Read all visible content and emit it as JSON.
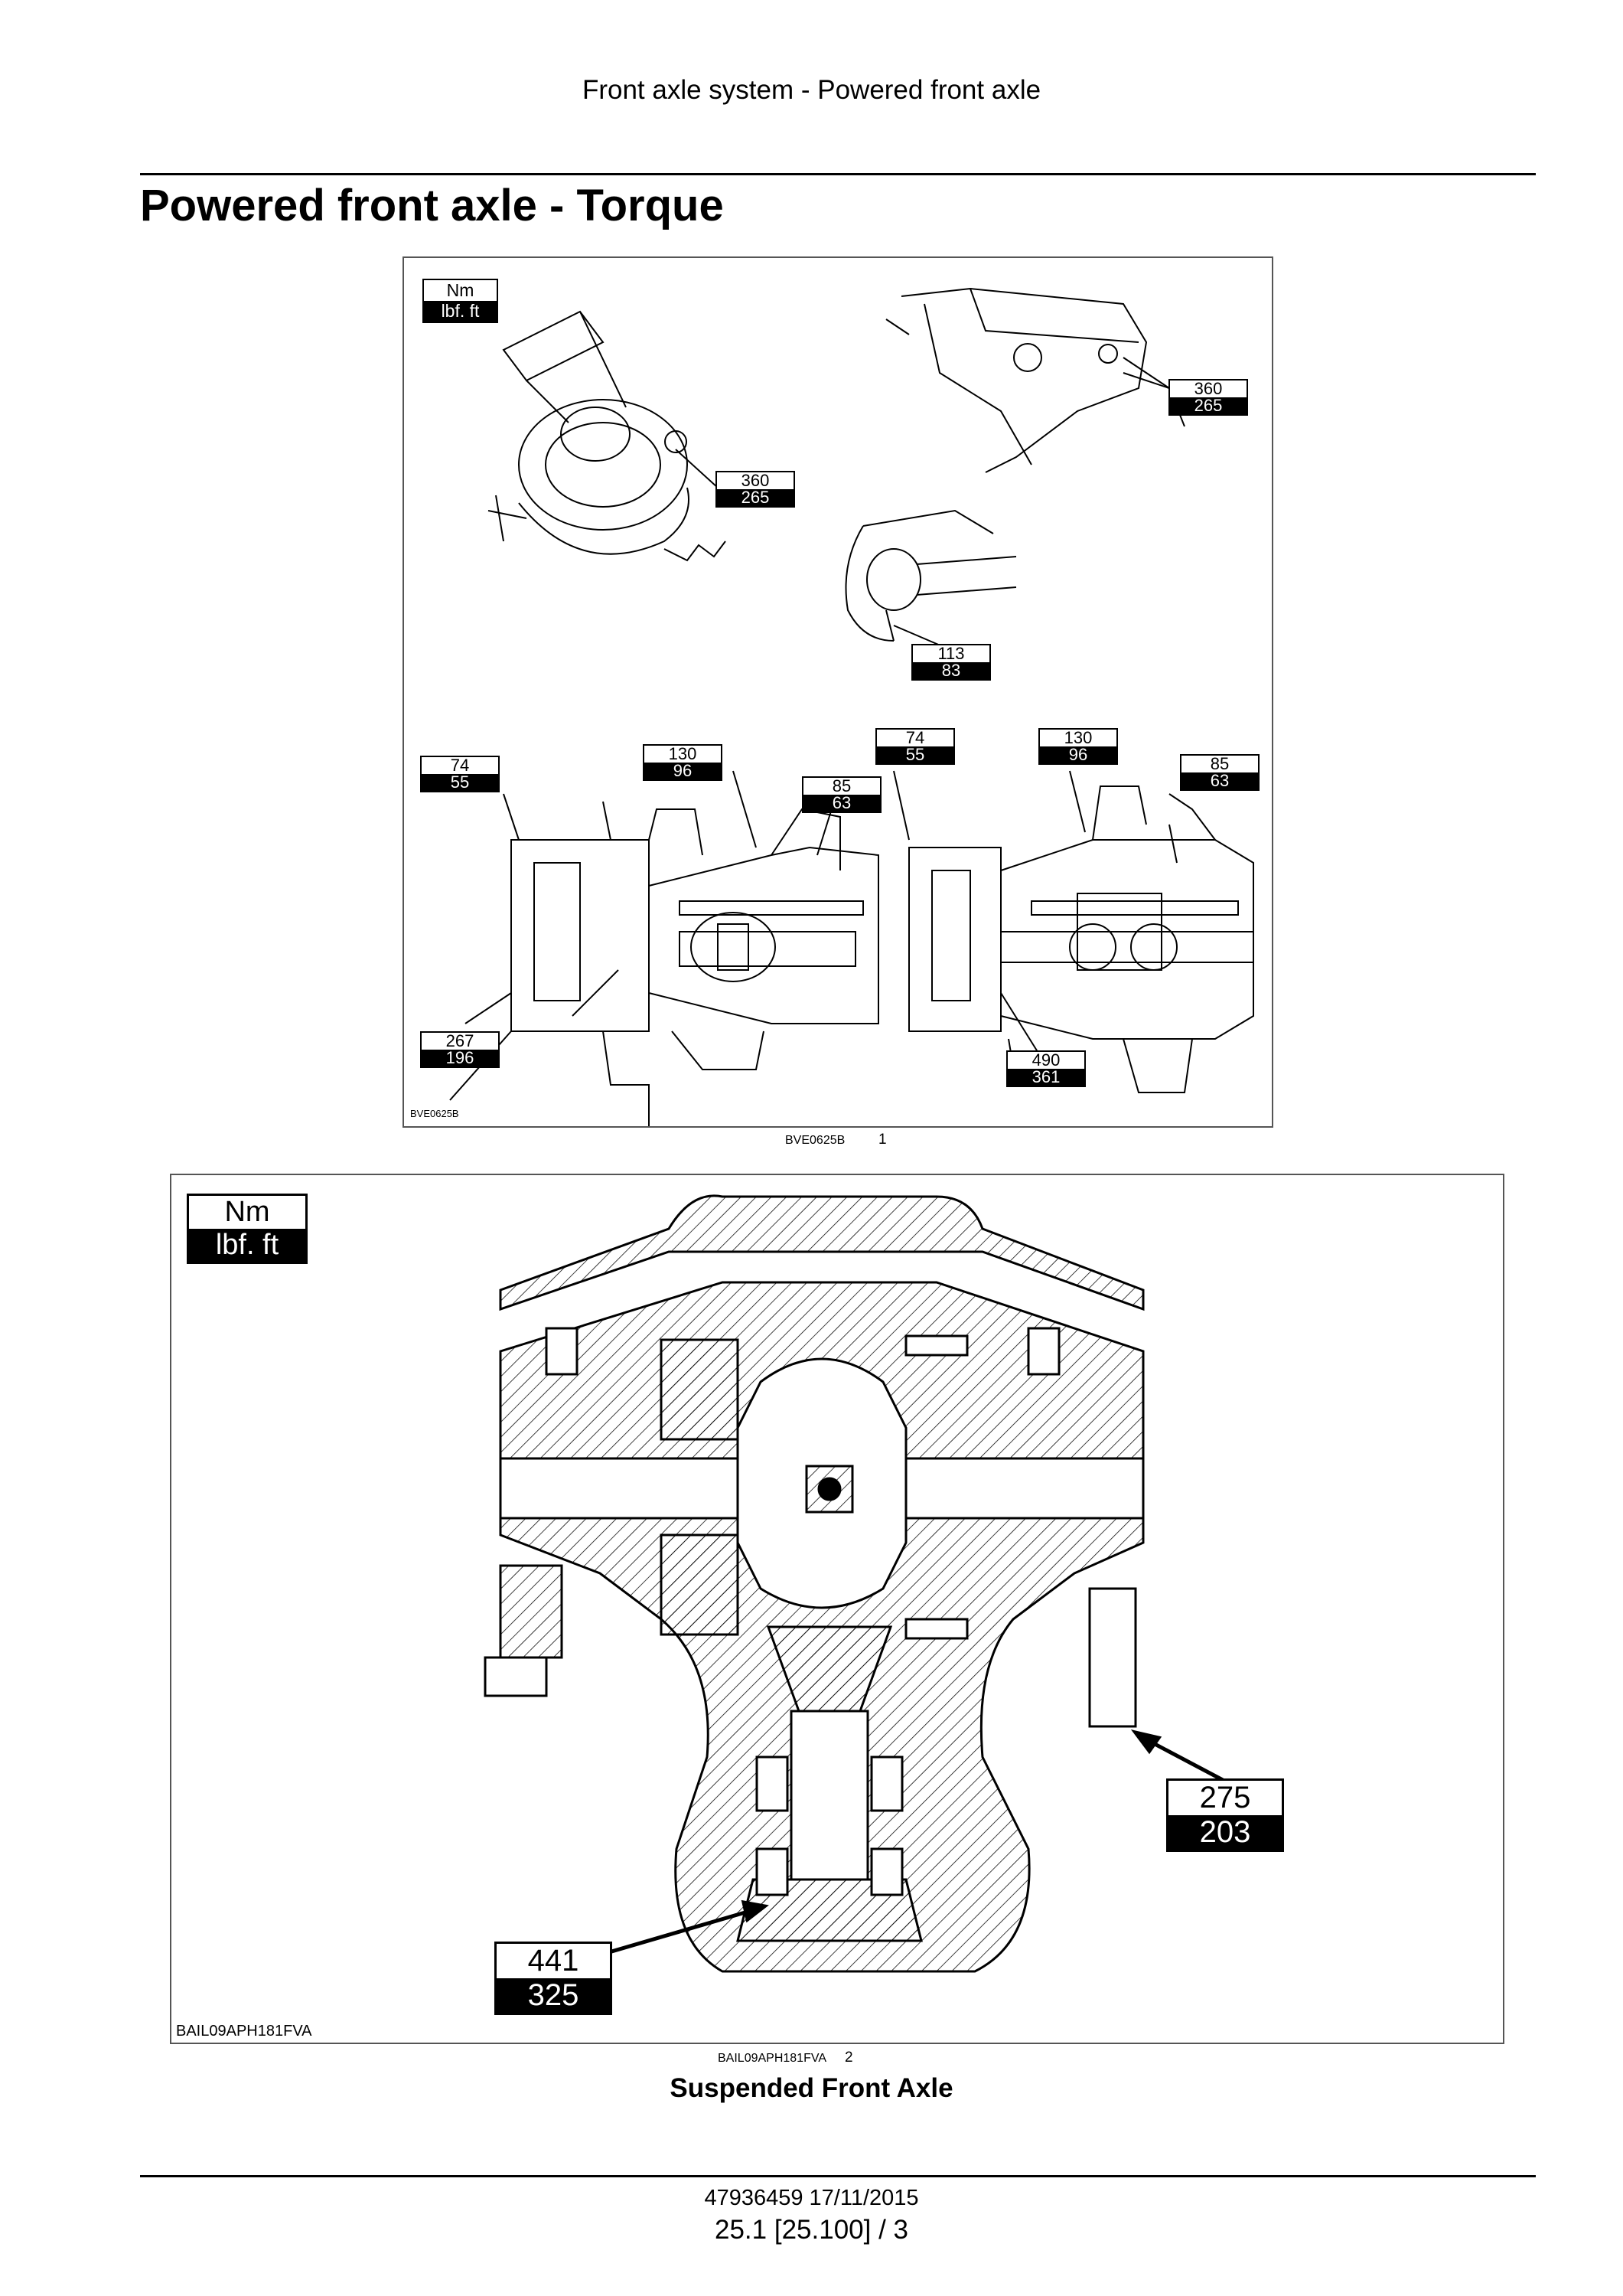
{
  "header": {
    "running_title": "Front axle system - Powered front axle"
  },
  "page_title": "Powered front axle - Torque",
  "figure1": {
    "legend": {
      "unit_metric": "Nm",
      "unit_imperial": "lbf. ft"
    },
    "torques": [
      {
        "nm": "360",
        "lbf": "265"
      },
      {
        "nm": "360",
        "lbf": "265"
      },
      {
        "nm": "113",
        "lbf": "83"
      },
      {
        "nm": "74",
        "lbf": "55"
      },
      {
        "nm": "130",
        "lbf": "96"
      },
      {
        "nm": "85",
        "lbf": "63"
      },
      {
        "nm": "267",
        "lbf": "196"
      },
      {
        "nm": "74",
        "lbf": "55"
      },
      {
        "nm": "130",
        "lbf": "96"
      },
      {
        "nm": "85",
        "lbf": "63"
      },
      {
        "nm": "490",
        "lbf": "361"
      }
    ],
    "inner_id": "BVE0625B",
    "caption_id": "BVE0625B",
    "caption_number": "1"
  },
  "figure2": {
    "legend": {
      "unit_metric": "Nm",
      "unit_imperial": "lbf. ft"
    },
    "torques": [
      {
        "nm": "275",
        "lbf": "203"
      },
      {
        "nm": "441",
        "lbf": "325"
      }
    ],
    "inner_id": "BAIL09APH181FVA",
    "caption_id": "BAIL09APH181FVA",
    "caption_number": "2",
    "caption_title": "Suspended Front Axle"
  },
  "footer": {
    "doc_ref": "47936459 17/11/2015",
    "page_ref": "25.1 [25.100] / 3"
  }
}
